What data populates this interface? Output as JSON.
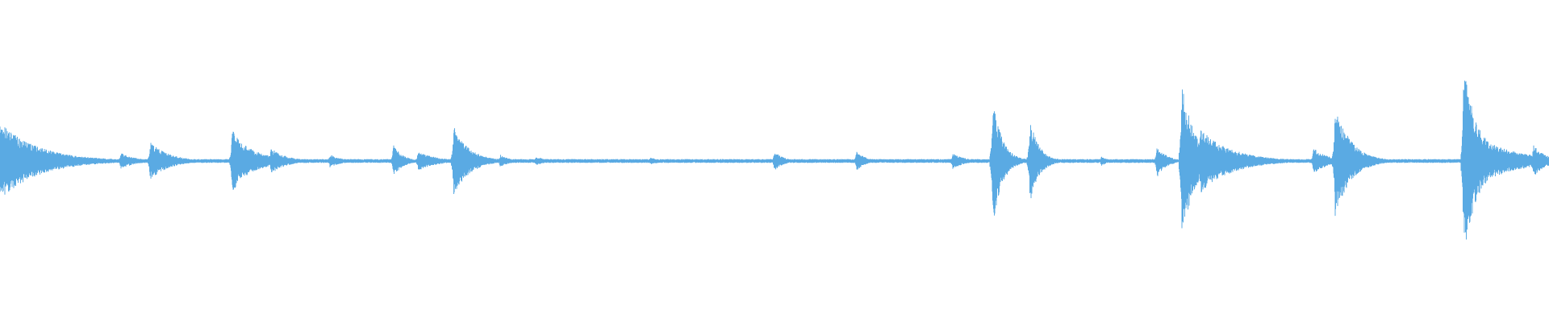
{
  "waveform": {
    "color": "#5aaae3",
    "peak_scale": 1.0,
    "baseline_amplitude": 0.012,
    "events": [
      {
        "time": 0.0,
        "amp": 0.24,
        "decay": 0.025
      },
      {
        "time": 0.02,
        "amp": 0.08,
        "decay": 0.012
      },
      {
        "time": 0.078,
        "amp": 0.05,
        "decay": 0.01
      },
      {
        "time": 0.097,
        "amp": 0.12,
        "decay": 0.012
      },
      {
        "time": 0.15,
        "amp": 0.2,
        "decay": 0.01
      },
      {
        "time": 0.155,
        "amp": 0.12,
        "decay": 0.015
      },
      {
        "time": 0.175,
        "amp": 0.08,
        "decay": 0.01
      },
      {
        "time": 0.213,
        "amp": 0.04,
        "decay": 0.008
      },
      {
        "time": 0.254,
        "amp": 0.1,
        "decay": 0.006
      },
      {
        "time": 0.27,
        "amp": 0.06,
        "decay": 0.012
      },
      {
        "time": 0.293,
        "amp": 0.22,
        "decay": 0.01
      },
      {
        "time": 0.323,
        "amp": 0.04,
        "decay": 0.006
      },
      {
        "time": 0.346,
        "amp": 0.03,
        "decay": 0.006
      },
      {
        "time": 0.42,
        "amp": 0.02,
        "decay": 0.01
      },
      {
        "time": 0.5,
        "amp": 0.06,
        "decay": 0.006
      },
      {
        "time": 0.553,
        "amp": 0.06,
        "decay": 0.006
      },
      {
        "time": 0.615,
        "amp": 0.05,
        "decay": 0.008
      },
      {
        "time": 0.641,
        "amp": 0.4,
        "decay": 0.006
      },
      {
        "time": 0.65,
        "amp": 0.06,
        "decay": 0.008
      },
      {
        "time": 0.665,
        "amp": 0.26,
        "decay": 0.006
      },
      {
        "time": 0.711,
        "amp": 0.03,
        "decay": 0.005
      },
      {
        "time": 0.747,
        "amp": 0.1,
        "decay": 0.006
      },
      {
        "time": 0.763,
        "amp": 0.5,
        "decay": 0.008
      },
      {
        "time": 0.775,
        "amp": 0.2,
        "decay": 0.02
      },
      {
        "time": 0.81,
        "amp": 0.03,
        "decay": 0.005
      },
      {
        "time": 0.848,
        "amp": 0.08,
        "decay": 0.01
      },
      {
        "time": 0.862,
        "amp": 0.35,
        "decay": 0.01
      },
      {
        "time": 0.945,
        "amp": 0.58,
        "decay": 0.01
      },
      {
        "time": 0.96,
        "amp": 0.12,
        "decay": 0.025
      },
      {
        "time": 0.99,
        "amp": 0.1,
        "decay": 0.008
      }
    ]
  }
}
